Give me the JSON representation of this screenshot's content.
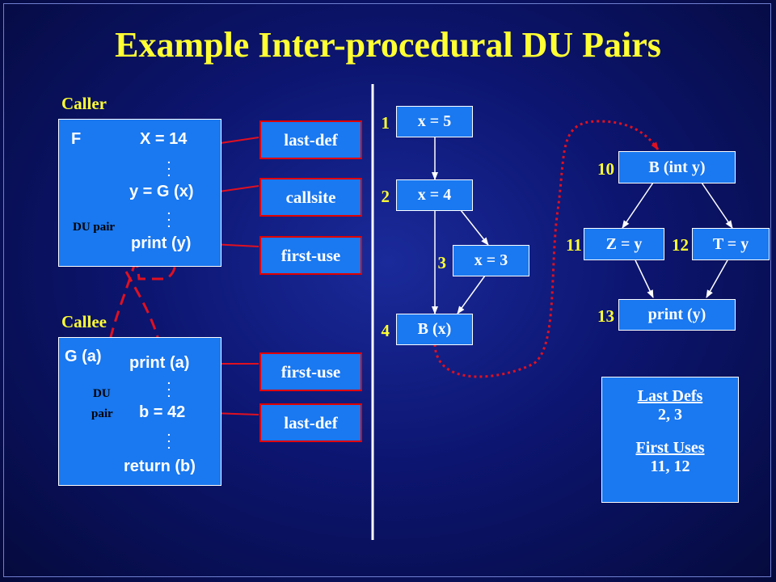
{
  "title": "Example Inter-procedural DU Pairs",
  "caller": {
    "label": "Caller",
    "proc_name": "F",
    "lines": [
      "X = 14",
      "y = G (x)",
      "print (y)"
    ],
    "du_label": "DU pair"
  },
  "callee": {
    "label": "Callee",
    "proc_name": "G (a)",
    "lines": [
      "print (a)",
      "b = 42",
      "return (b)"
    ],
    "du_label_1": "DU",
    "du_label_2": "pair"
  },
  "tags": [
    "last-def",
    "callsite",
    "first-use",
    "first-use",
    "last-def"
  ],
  "graph_left": {
    "nodes": [
      {
        "num": "1",
        "label": "x = 5"
      },
      {
        "num": "2",
        "label": "x = 4"
      },
      {
        "num": "3",
        "label": "x = 3"
      },
      {
        "num": "4",
        "label": "B (x)"
      }
    ]
  },
  "graph_right": {
    "nodes": [
      {
        "num": "10",
        "label": "B (int y)"
      },
      {
        "num": "11",
        "label": "Z = y"
      },
      {
        "num": "12",
        "label": "T = y"
      },
      {
        "num": "13",
        "label": "print (y)"
      }
    ]
  },
  "legend": {
    "last_defs_label": "Last Defs",
    "last_defs_value": "2, 3",
    "first_uses_label": "First Uses",
    "first_uses_value": "11, 12"
  },
  "colors": {
    "title": "#ffff33",
    "box": "#1a78f0",
    "du_line": "#e01020",
    "tag_border": "#e00000"
  }
}
